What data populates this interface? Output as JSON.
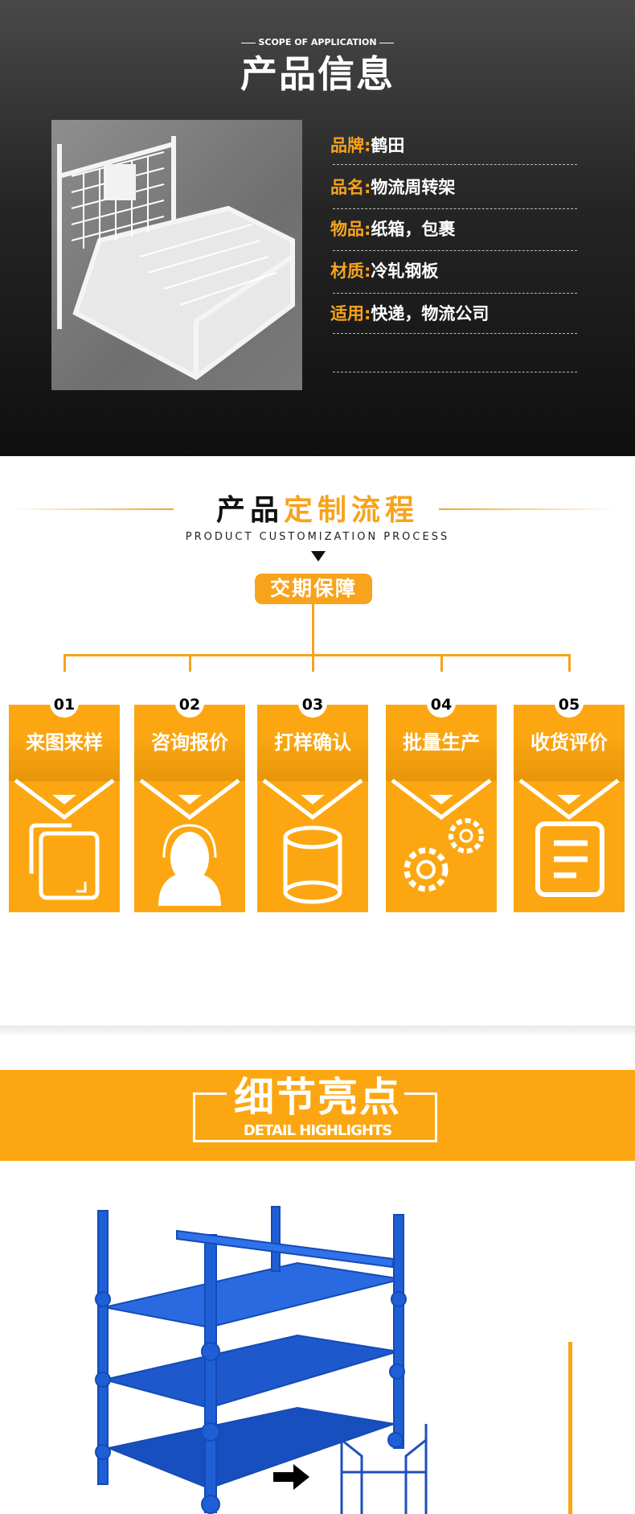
{
  "section1": {
    "eyebrow": "SCOPE OF APPLICATION",
    "title": "产品信息",
    "specs": [
      {
        "key": "品牌:",
        "value": "鹤田"
      },
      {
        "key": "品名:",
        "value": "物流周转架"
      },
      {
        "key": "物品:",
        "value": "纸箱，包裹"
      },
      {
        "key": "材质:",
        "value": "冷轧钢板"
      },
      {
        "key": "适用:",
        "value": "快递，物流公司"
      }
    ]
  },
  "section2": {
    "title_black": "产品",
    "title_orange": "定制流程",
    "subtitle": "PRODUCT CUSTOMIZATION PROCESS",
    "badge": "交期保障",
    "steps": [
      {
        "num": "01",
        "label": "来图来样",
        "icon": "copy-icon"
      },
      {
        "num": "02",
        "label": "咨询报价",
        "icon": "headset-user-icon"
      },
      {
        "num": "03",
        "label": "打样确认",
        "icon": "cylinder-icon"
      },
      {
        "num": "04",
        "label": "批量生产",
        "icon": "gears-icon"
      },
      {
        "num": "05",
        "label": "收货评价",
        "icon": "document-icon"
      }
    ]
  },
  "section3": {
    "title": "细节亮点",
    "subtitle": "DETAIL HIGHLIGHTS"
  },
  "colors": {
    "accent": "#fca711",
    "dark": "#1a1a1a",
    "blue": "#1f5fd6"
  }
}
